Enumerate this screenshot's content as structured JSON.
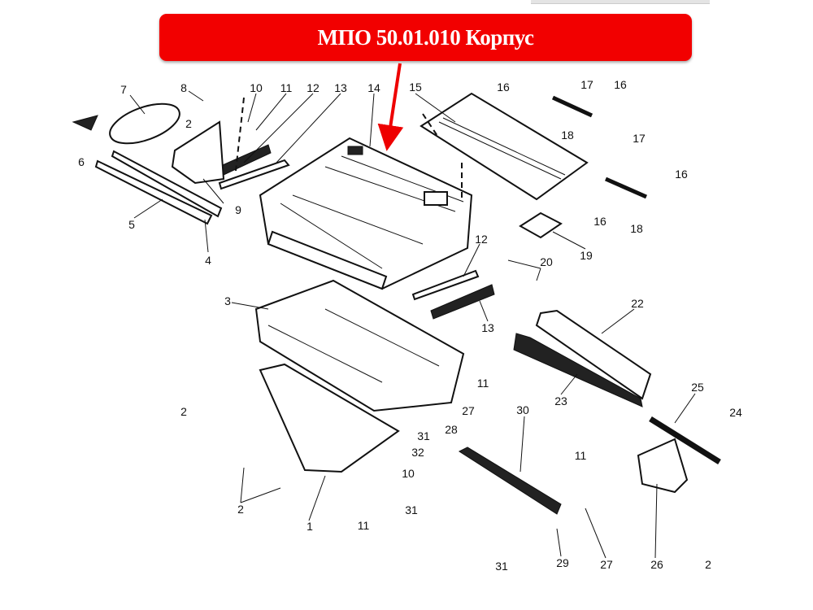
{
  "title": "МПО 50.01.010 Корпус",
  "accent_color": "#f20000",
  "labels": [
    "7",
    "8",
    "10",
    "11",
    "12",
    "13",
    "14",
    "15",
    "16",
    "17",
    "16",
    "2",
    "6",
    "9",
    "5",
    "4",
    "17",
    "16",
    "16",
    "18",
    "18",
    "19",
    "12",
    "20",
    "13",
    "3",
    "22",
    "2",
    "11",
    "27",
    "30",
    "28",
    "31",
    "25",
    "24",
    "23",
    "32",
    "10",
    "11",
    "2",
    "1",
    "11",
    "31",
    "27",
    "26",
    "2",
    "31",
    "29"
  ]
}
